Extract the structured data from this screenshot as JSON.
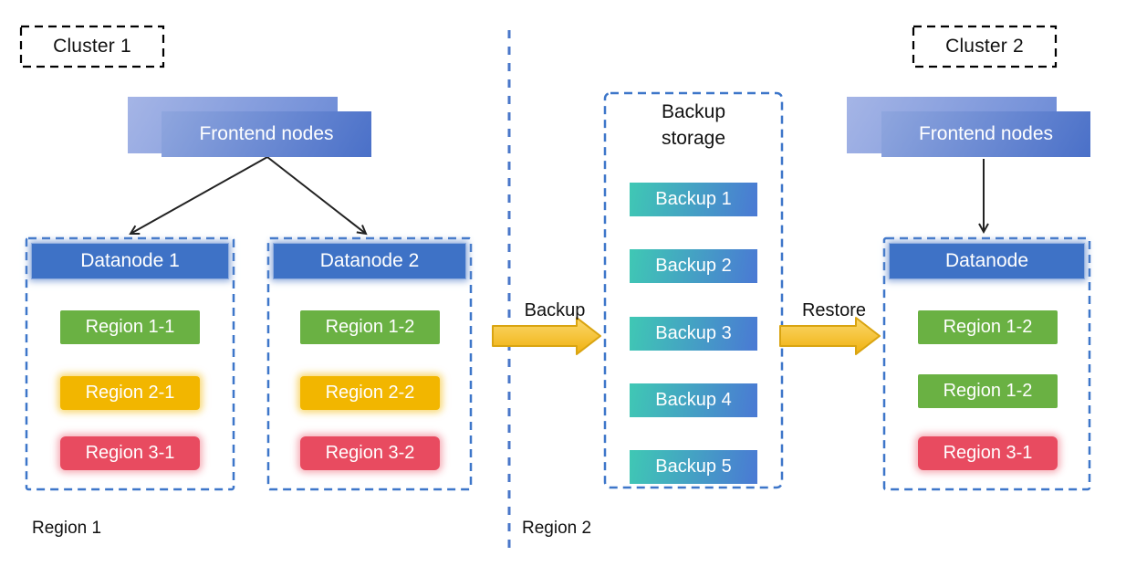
{
  "colors": {
    "divider_blue": "#4a77c9",
    "container_dash_blue": "#3d76c9",
    "datanode_header_blue": "#3e72c6",
    "frontend_gradient_start": "#8fa6de",
    "frontend_gradient_end": "#4a70c8",
    "backup_chip_gradient_start": "#3fc8b4",
    "backup_chip_gradient_end": "#4a79d4",
    "region_green": "#6ab143",
    "region_yellow": "#f2b600",
    "region_red": "#e84b60",
    "flow_arrow_gold": "#f3bb24"
  },
  "cluster1": {
    "label": "Cluster 1",
    "frontend_label": "Frontend nodes",
    "datanodes": [
      {
        "title": "Datanode 1",
        "regions": [
          {
            "label": "Region 1-1",
            "color": "green"
          },
          {
            "label": "Region 2-1",
            "color": "yellow"
          },
          {
            "label": "Region 3-1",
            "color": "red"
          }
        ]
      },
      {
        "title": "Datanode 2",
        "regions": [
          {
            "label": "Region 1-2",
            "color": "green"
          },
          {
            "label": "Region 2-2",
            "color": "yellow"
          },
          {
            "label": "Region 3-2",
            "color": "red"
          }
        ]
      }
    ],
    "region_label": "Region 1"
  },
  "backup_storage": {
    "title": "Backup storage",
    "items": [
      "Backup 1",
      "Backup 2",
      "Backup 3",
      "Backup 4",
      "Backup 5"
    ]
  },
  "flows": {
    "backup_label": "Backup",
    "restore_label": "Restore"
  },
  "cluster2": {
    "label": "Cluster 2",
    "frontend_label": "Frontend nodes",
    "datanode": {
      "title": "Datanode",
      "regions": [
        {
          "label": "Region 1-2",
          "color": "green"
        },
        {
          "label": "Region 1-2",
          "color": "green"
        },
        {
          "label": "Region 3-1",
          "color": "red"
        }
      ]
    },
    "region_label": "Region 2"
  }
}
